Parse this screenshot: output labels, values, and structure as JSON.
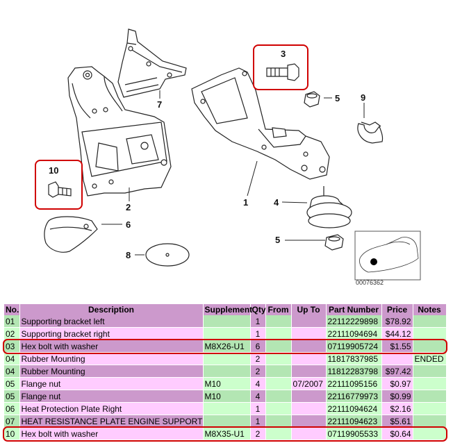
{
  "diagram": {
    "callouts": [
      {
        "id": "c1",
        "label": "1"
      },
      {
        "id": "c2",
        "label": "2"
      },
      {
        "id": "c3",
        "label": "3"
      },
      {
        "id": "c4",
        "label": "4"
      },
      {
        "id": "c5a",
        "label": "5"
      },
      {
        "id": "c5b",
        "label": "5"
      },
      {
        "id": "c6",
        "label": "6"
      },
      {
        "id": "c7",
        "label": "7"
      },
      {
        "id": "c8",
        "label": "8"
      },
      {
        "id": "c9",
        "label": "9"
      },
      {
        "id": "c10",
        "label": "10"
      }
    ],
    "reference_number": "00076362"
  },
  "table": {
    "headers": [
      "No.",
      "Description",
      "Supplement",
      "Qty",
      "From",
      "Up To",
      "Part Number",
      "Price",
      "Notes"
    ],
    "rows": [
      {
        "no": "01",
        "description": "Supporting bracket left",
        "supplement": "",
        "qty": "1",
        "from": "",
        "up_to": "",
        "part_number": "22112229898",
        "price": "$78.92",
        "notes": "",
        "highlighted": false
      },
      {
        "no": "02",
        "description": "Supporting bracket right",
        "supplement": "",
        "qty": "1",
        "from": "",
        "up_to": "",
        "part_number": "22111094694",
        "price": "$44.12",
        "notes": "",
        "highlighted": false
      },
      {
        "no": "03",
        "description": "Hex bolt with washer",
        "supplement": "M8X26-U1",
        "qty": "6",
        "from": "",
        "up_to": "",
        "part_number": "07119905724",
        "price": "$1.55",
        "notes": "",
        "highlighted": true
      },
      {
        "no": "04",
        "description": "Rubber Mounting",
        "supplement": "",
        "qty": "2",
        "from": "",
        "up_to": "",
        "part_number": "11817837985",
        "price": "",
        "notes": "ENDED",
        "highlighted": false
      },
      {
        "no": "04",
        "description": "Rubber Mounting",
        "supplement": "",
        "qty": "2",
        "from": "",
        "up_to": "",
        "part_number": "11812283798",
        "price": "$97.42",
        "notes": "",
        "highlighted": false
      },
      {
        "no": "05",
        "description": "Flange nut",
        "supplement": "M10",
        "qty": "4",
        "from": "",
        "up_to": "07/2007",
        "part_number": "22111095156",
        "price": "$0.97",
        "notes": "",
        "highlighted": false
      },
      {
        "no": "05",
        "description": "Flange nut",
        "supplement": "M10",
        "qty": "4",
        "from": "",
        "up_to": "",
        "part_number": "22116779973",
        "price": "$0.99",
        "notes": "",
        "highlighted": false
      },
      {
        "no": "06",
        "description": "Heat Protection Plate Right",
        "supplement": "",
        "qty": "1",
        "from": "",
        "up_to": "",
        "part_number": "22111094624",
        "price": "$2.16",
        "notes": "",
        "highlighted": false
      },
      {
        "no": "07",
        "description": "HEAT RESISTANCE PLATE ENGINE SUPPORT",
        "supplement": "",
        "qty": "1",
        "from": "",
        "up_to": "",
        "part_number": "22111094623",
        "price": "$5.61",
        "notes": "",
        "highlighted": false
      },
      {
        "no": "10",
        "description": "Hex bolt with washer",
        "supplement": "M8X35-U1",
        "qty": "2",
        "from": "",
        "up_to": "",
        "part_number": "07119905533",
        "price": "$0.64",
        "notes": "",
        "highlighted": true
      }
    ]
  },
  "colors": {
    "header_bg": "#cc99cc",
    "green_cell": "#ccffcc",
    "dark_green_cell": "#b3e6b3",
    "pink_cell": "#ffccff",
    "highlight_border": "#d00000"
  }
}
